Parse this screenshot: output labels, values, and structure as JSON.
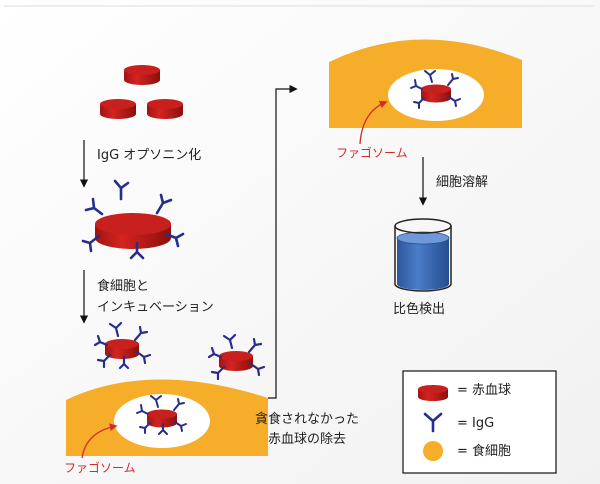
{
  "steps": {
    "opsonization": "IgG オプソニン化",
    "incubation_line1": "食細胞と",
    "incubation_line2": "インキュベーション",
    "removal_line1": "貪食されなかった",
    "removal_line2": "赤血球の除去",
    "lysis": "細胞溶解",
    "colorimetric": "比色検出"
  },
  "labels": {
    "phagosome_bottom": "ファゴソーム",
    "phagosome_top": "ファゴソーム"
  },
  "legend": {
    "rbc_label": "= 赤血球",
    "igg_label": "= IgG",
    "phagocyte_label": "= 食細胞"
  },
  "colors": {
    "rbc": "#c8201e",
    "rbc_dark": "#961310",
    "antibody": "#262d8c",
    "phagocyte": "#f6ad29",
    "liquid": "#3a6ab8",
    "red_text": "#d42a2a"
  }
}
